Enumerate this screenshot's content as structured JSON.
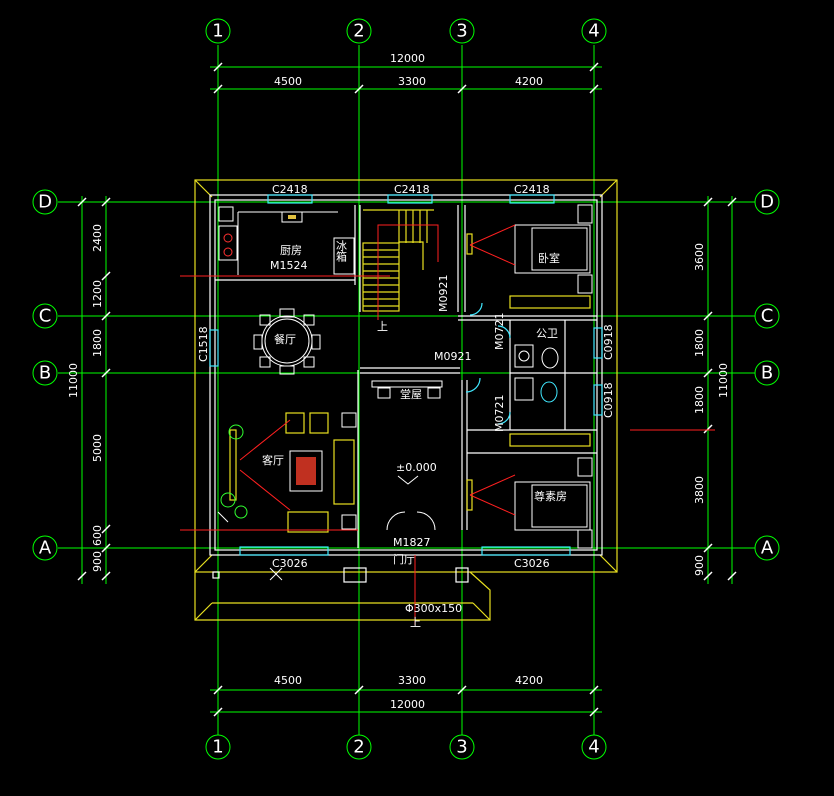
{
  "axes_top": [
    "1",
    "2",
    "3",
    "4"
  ],
  "axes_bottom": [
    "1",
    "2",
    "3",
    "4"
  ],
  "axes_left": [
    "D",
    "C",
    "B",
    "A"
  ],
  "axes_right": [
    "D",
    "C",
    "B",
    "A"
  ],
  "dims_top": {
    "total": "12000",
    "spans": [
      "4500",
      "3300",
      "4200"
    ]
  },
  "dims_bottom": {
    "total": "12000",
    "spans": [
      "4500",
      "3300",
      "4200"
    ]
  },
  "dims_left": {
    "total": "11000",
    "spans": [
      "2400",
      "1200",
      "1800",
      "5000",
      "600",
      "900"
    ]
  },
  "dims_right": {
    "total": "11000",
    "spans": [
      "3600",
      "1800",
      "1800",
      "3800",
      "900"
    ]
  },
  "windows": [
    "C2418",
    "C2418",
    "C2418",
    "C1518",
    "C0918",
    "C0918",
    "C3026",
    "C3026"
  ],
  "doors": [
    "M1524",
    "M0921",
    "M0921",
    "M0721",
    "M0721",
    "M1827"
  ],
  "rooms": {
    "kitchen": "厨房",
    "fridge": "冰箱",
    "dining": "餐厅",
    "living": "客厅",
    "shrine": "堂屋",
    "hall": "门厅",
    "bedroom": "卧室",
    "master": "尊素房",
    "bath": "公卫"
  },
  "stair_up": "上",
  "level": "±0.000",
  "column": "Φ300x150",
  "entry_up": "上"
}
